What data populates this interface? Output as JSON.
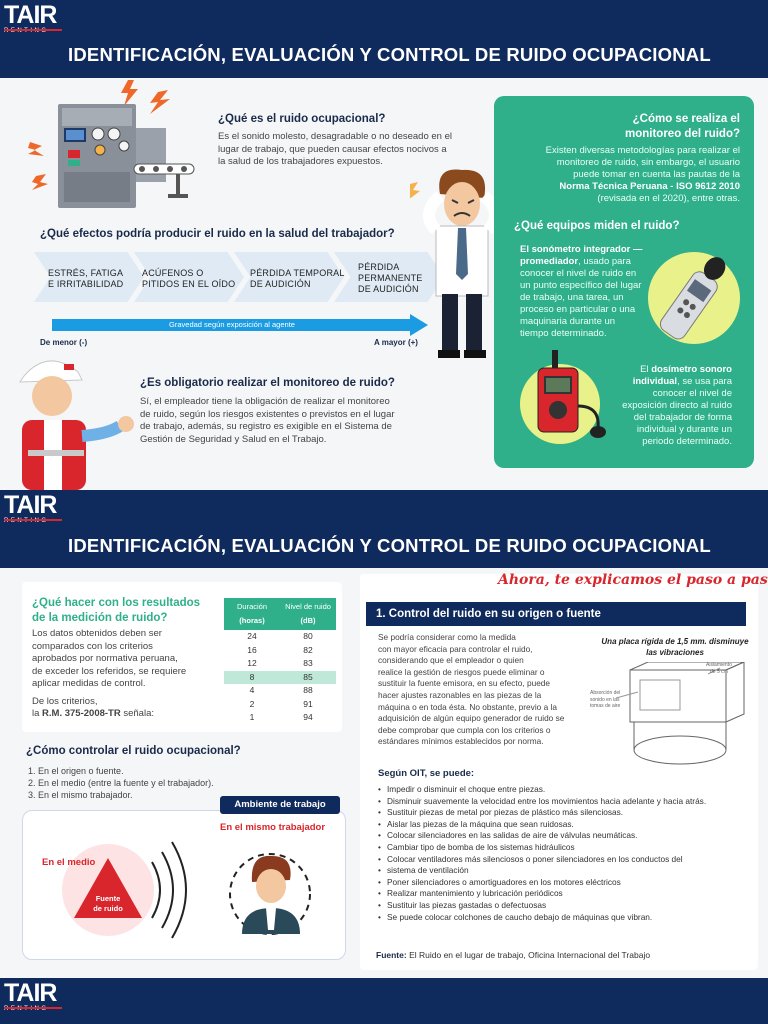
{
  "header": {
    "logo_text": "TAIR",
    "logo_sub": "RENTING",
    "title": "IDENTIFICACIÓN, EVALUACIÓN Y CONTROL DE RUIDO OCUPACIONAL"
  },
  "section1": {
    "what_is": {
      "heading": "¿Qué es el ruido ocupacional?",
      "lines": [
        "Es el sonido molesto, desagradable o no deseado en el",
        "lugar de trabajo, que pueden causar efectos nocivos a",
        "la salud de los trabajadores expuestos."
      ]
    },
    "effects": {
      "heading": "¿Qué efectos podría producir el ruido en la salud del trabajador?",
      "items": [
        [
          "ESTRÉS, FATIGA",
          "E IRRITABILIDAD"
        ],
        [
          "ACÚFENOS O",
          "PITIDOS EN EL OÍDO"
        ],
        [
          "PÉRDIDA TEMPORAL",
          "DE AUDICIÓN"
        ],
        [
          "PÉRDIDA",
          "PERMANENTE",
          "DE AUDICIÓN"
        ]
      ],
      "arrow_label": "Gravedad según exposición al agente",
      "min_label": "De menor (-)",
      "max_label": "A mayor (+)"
    },
    "mandatory": {
      "heading": "¿Es obligatorio realizar el monitoreo de ruido?",
      "lines": [
        "Sí, el empleador tiene la obligación de realizar el monitoreo",
        "de ruido, según los riesgos existentes o previstos en el lugar",
        "de trabajo, además, su registro es exigible en el Sistema de",
        "Gestión de Seguridad y Salud en el Trabajo."
      ]
    },
    "monitoring": {
      "heading_lines": [
        "¿Cómo se realiza el",
        "monitoreo del ruido?"
      ],
      "lines": [
        "Existen diversas metodologías para realizar el",
        "monitoreo de ruido, sin embargo, el usuario",
        "puede tomar en cuenta las pautas de la"
      ],
      "bold_line": "Norma Técnica Peruana - ISO 9612 2010",
      "last_line": "(revisada en el 2020), entre otras."
    },
    "equipment": {
      "heading": "¿Qué equipos miden el ruido?",
      "sonometro_lines": [
        "El sonómetro integrador —",
        "promediador, usado para",
        "conocer el nivel de ruido en",
        "un punto específico del lugar",
        "de trabajo, una tarea, un",
        "proceso en particular o una",
        "maquinaria durante un",
        "tiempo determinado."
      ],
      "dosimetro_lines": [
        "El dosímetro sonoro",
        "individual, se usa para",
        "conocer el nivel de",
        "exposición directo al ruido",
        "del trabajador de forma",
        "individual y durante un",
        "periodo determinado."
      ]
    }
  },
  "section2": {
    "results": {
      "heading_lines": [
        "¿Qué hacer con los resultados",
        "de la medición de ruido?"
      ],
      "lines": [
        "Los datos obtenidos deben ser",
        "comparados con los criterios",
        "aprobados por normativa peruana,",
        "de exceder los referidos, se requiere",
        "aplicar medidas de control."
      ],
      "criteria_line1": "De los criterios,",
      "criteria_line2_prefix": "la ",
      "criteria_bold": "R.M. 375-2008-TR",
      "criteria_line2_suffix": " señala:"
    },
    "table": {
      "col1": [
        "Duración",
        "(horas)"
      ],
      "col2": [
        "Nivel de ruido",
        "(dB)"
      ],
      "rows": [
        [
          "24",
          "80"
        ],
        [
          "16",
          "82"
        ],
        [
          "12",
          "83"
        ],
        [
          "8",
          "85"
        ],
        [
          "4",
          "88"
        ],
        [
          "2",
          "91"
        ],
        [
          "1",
          "94"
        ]
      ]
    },
    "control": {
      "heading": "¿Cómo controlar el ruido ocupacional?",
      "items": [
        "1. En el origen o fuente.",
        "2. En el medio (entre la fuente y el trabajador).",
        "3. En el mismo trabajador."
      ]
    },
    "diagram": {
      "tag": "Ambiente de trabajo",
      "worker_label": "En el mismo trabajador",
      "medium_label": "En el medio",
      "source_label_1": "Fuente",
      "source_label_2": "de ruido"
    },
    "steps": {
      "script_title": "Ahora, te explicamos el paso a paso:",
      "step1_title": "1. Control del ruido en su origen o fuente",
      "step1_lines": [
        "Se podría considerar como la medida",
        "con mayor eficacia para controlar el ruido,",
        "considerando que el empleador o quien",
        "realice la gestión de riesgos puede eliminar o",
        "sustituir la fuente emisora, en su efecto, puede",
        "hacer ajustes razonables en las piezas de la",
        "máquina o en toda ésta. No obstante, previo a la",
        "adquisición de algún equipo generador de ruido se",
        "debe comprobar que cumpla con los criterios o",
        "estándares mínimos establecidos por norma."
      ],
      "figure_caption_lines": [
        "Una placa rígida de 1,5 mm. disminuye",
        "las vibraciones"
      ],
      "fig_note1": [
        "Aislamiento",
        "de 5 cm"
      ],
      "fig_note2": [
        "Absorción del",
        "sonido en las",
        "tomas de aire"
      ],
      "oit_heading": "Según OIT, se puede:",
      "oit_items": [
        "Impedir o disminuir el choque entre piezas.",
        "Disminuir suavemente la velocidad entre los movimientos hacia adelante y hacia atrás.",
        "Sustituir piezas de metal por piezas de plástico más silenciosas.",
        "Aislar las piezas de la máquina que sean ruidosas.",
        "Colocar silenciadores en las salidas de aire de válvulas neumáticas.",
        "Cambiar tipo de bomba de los sistemas hidráulicos",
        "Colocar ventiladores más silenciosos o poner silenciadores en los conductos del",
        "sistema de ventilación",
        "Poner silenciadores o amortiguadores en los motores eléctricos",
        "Realizar mantenimiento y lubricación periódicos",
        "Sustituir las piezas gastadas o defectuosas",
        "Se puede colocar colchones de caucho debajo de máquinas que vibran."
      ],
      "source_label": "Fuente:",
      "source_text": "El Ruido en el lugar de trabajo, Oficina Internacional del Trabajo"
    }
  },
  "colors": {
    "navy": "#0f2a5c",
    "green": "#2fb08a",
    "red": "#d8262c",
    "blue": "#1b9ce2"
  }
}
